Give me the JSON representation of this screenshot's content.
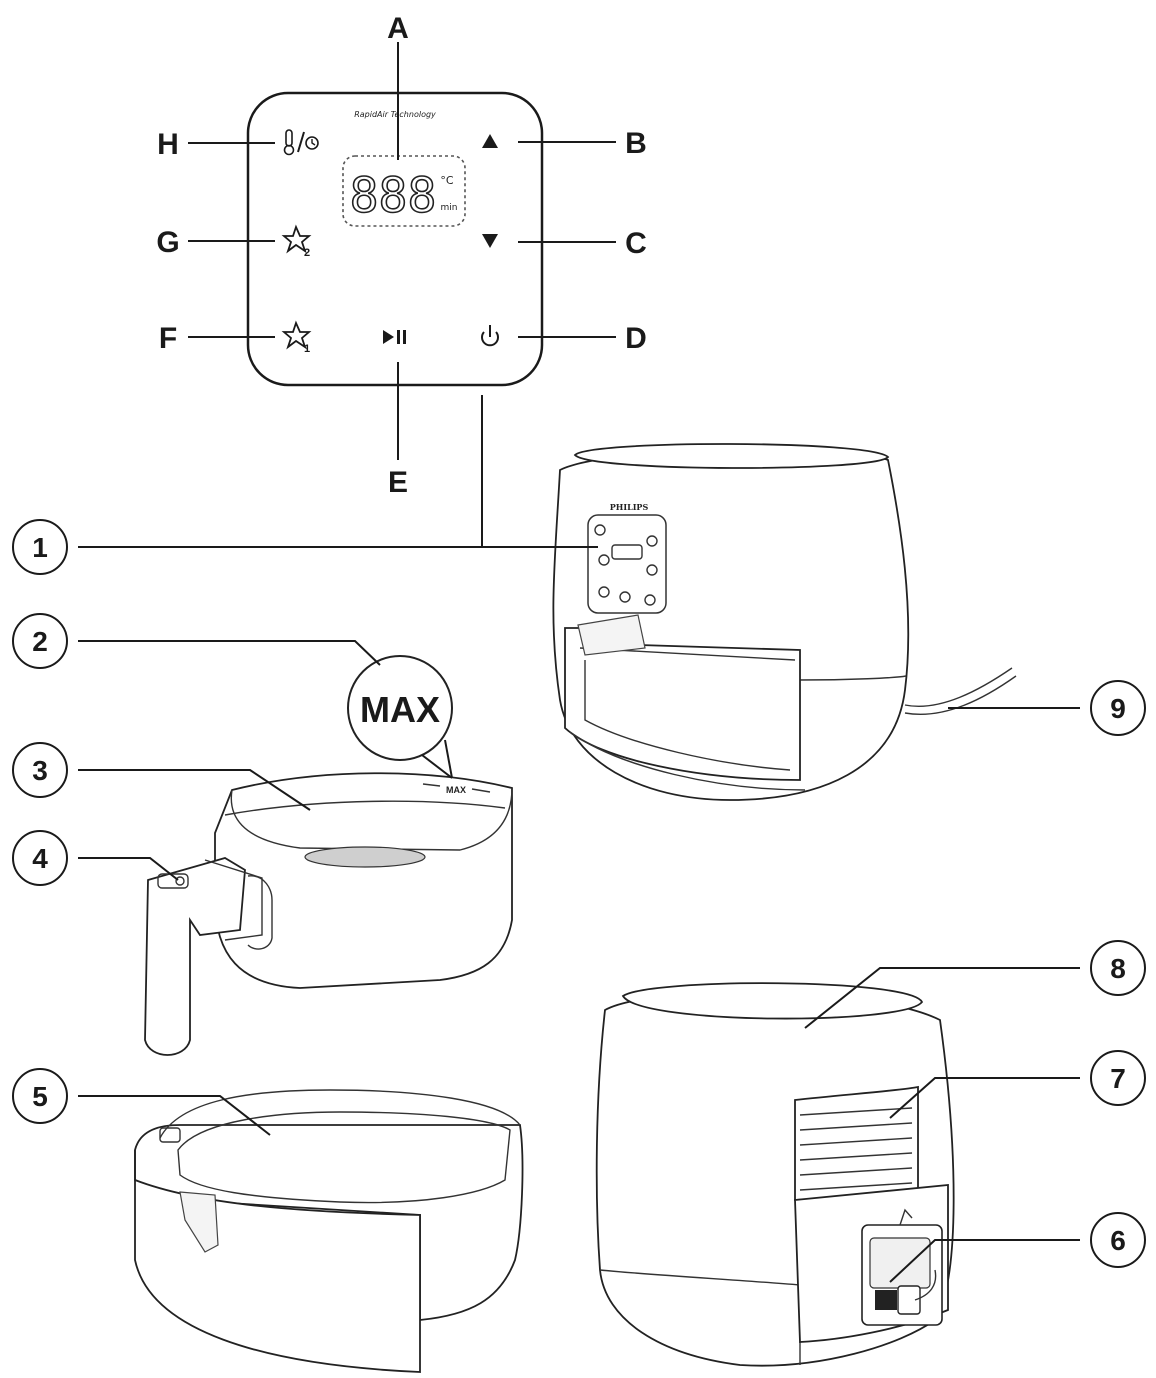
{
  "panel": {
    "brand_text": "RapidAir Technology",
    "display_digits": "888",
    "unit_celsius": "°C",
    "unit_min": "min"
  },
  "control_labels": {
    "A": "A",
    "B": "B",
    "C": "C",
    "D": "D",
    "E": "E",
    "F": "F",
    "G": "G",
    "H": "H"
  },
  "part_numbers": [
    "1",
    "2",
    "3",
    "4",
    "5",
    "6",
    "7",
    "8",
    "9"
  ],
  "max_callout": "MAX",
  "basket_max_mark": "MAX",
  "appliance_brand": "PHILIPS",
  "icons": {
    "A": "display-icon",
    "B": "up-arrow-icon",
    "C": "down-arrow-icon",
    "D": "power-icon",
    "E": "play-pause-icon",
    "F": "preset-1-star-icon",
    "G": "preset-2-star-icon",
    "H": "temperature-timer-icon"
  }
}
